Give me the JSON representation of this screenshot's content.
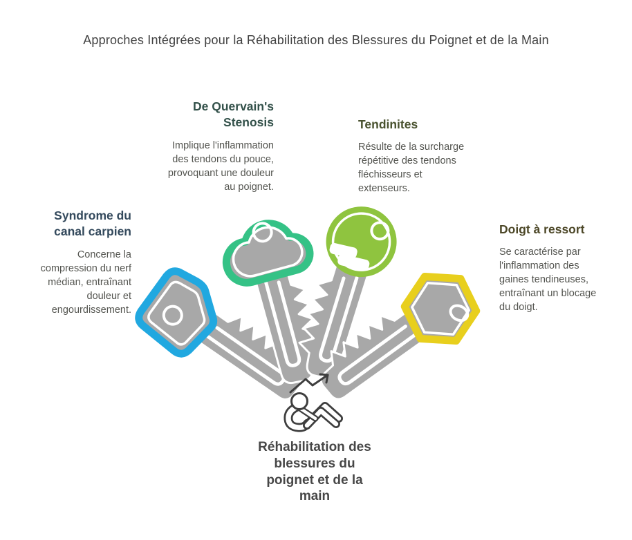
{
  "title": "Approches Intégrées pour la Réhabilitation des Blessures du Poignet et de la Main",
  "sections": {
    "carpal": {
      "heading": "Syndrome du\ncanal carpien",
      "body": "Concerne la\ncompression du nerf\nmédian, entraînant\ndouleur et\nengourdissement."
    },
    "dequervain": {
      "heading": "De Quervain's\nStenosis",
      "body": "Implique l'inflammation\ndes tendons du pouce,\nprovoquant une douleur\nau poignet."
    },
    "tendinites": {
      "heading": "Tendinites",
      "body": "Résulte de la surcharge\nrépétitive des tendons\nfléchisseurs et\nextenseurs."
    },
    "ressort": {
      "heading": "Doigt à ressort",
      "body": "Se caractérise par\nl'inflammation des\ngaines tendineuses,\nentraînant un blocage\ndu doigt."
    }
  },
  "center": {
    "label": "Réhabilitation des\nblessures du\npoignet et de la\nmain",
    "icon": "situp-progress-icon"
  },
  "keys": [
    {
      "name": "carpal-key",
      "head_shape": "rounded-square",
      "color": "#21A8E0"
    },
    {
      "name": "dequervain-key",
      "head_shape": "clover",
      "color": "#35C286"
    },
    {
      "name": "tendinites-key",
      "head_shape": "round",
      "color": "#8FC43F"
    },
    {
      "name": "ressort-key",
      "head_shape": "hexagon",
      "color": "#E8CF1D"
    }
  ],
  "palette": {
    "key-blue": "#21A8E0",
    "key-emerald": "#35C286",
    "key-green": "#8FC43F",
    "key-yellow": "#E8CF1D",
    "key-gray": "#A8A8A8",
    "title-text": "#414141",
    "body-text": "#53544F",
    "center-text": "#474747",
    "icon-stroke": "#3E3E3E",
    "h-carpal": "#33495C",
    "h-dequervain": "#33514A",
    "h-tendinites": "#49522F",
    "h-ressort": "#4C4727"
  }
}
